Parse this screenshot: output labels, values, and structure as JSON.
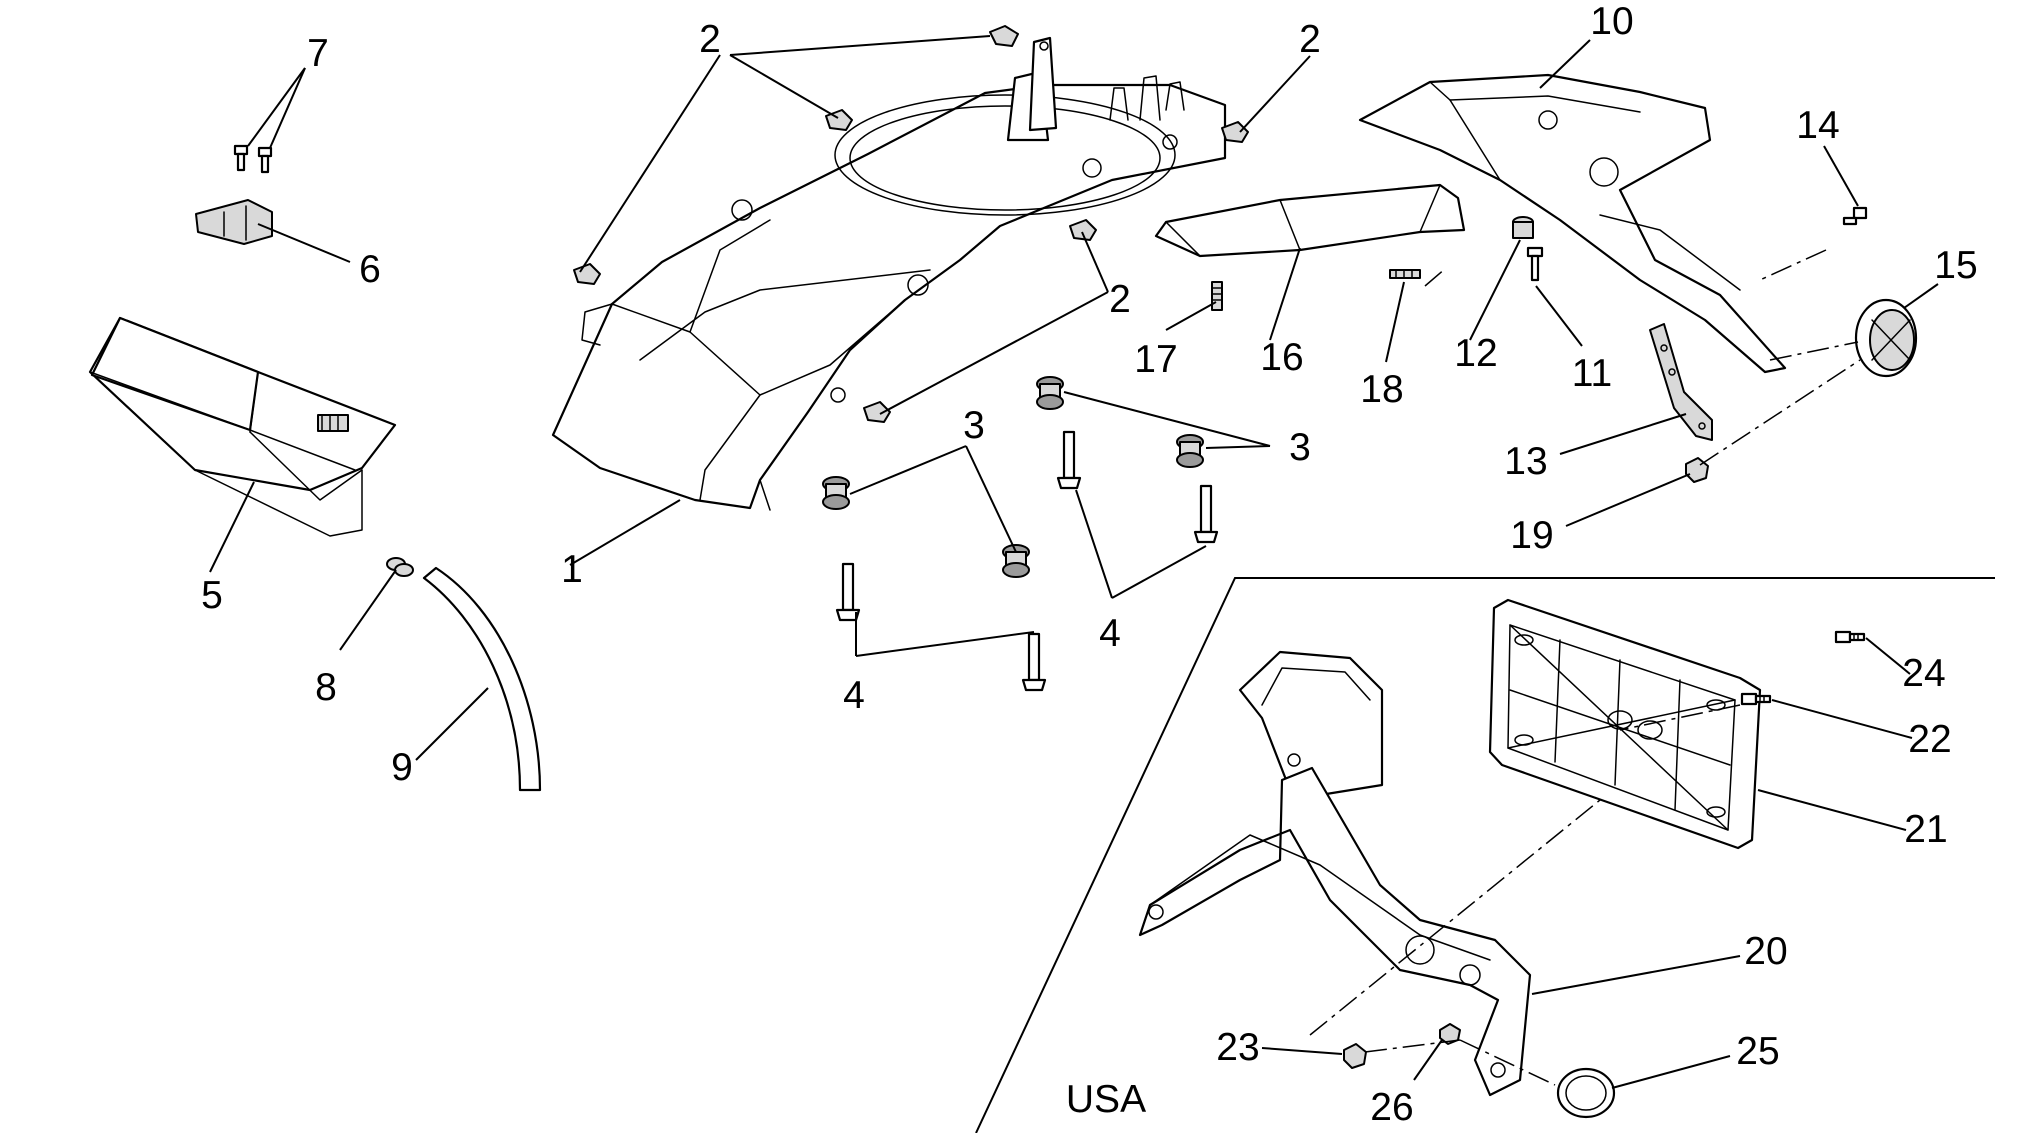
{
  "callouts": [
    {
      "id": "c1",
      "text": "1"
    },
    {
      "id": "c2a",
      "text": "2"
    },
    {
      "id": "c2b",
      "text": "2"
    },
    {
      "id": "c2c",
      "text": "2"
    },
    {
      "id": "c3a",
      "text": "3"
    },
    {
      "id": "c3b",
      "text": "3"
    },
    {
      "id": "c4a",
      "text": "4"
    },
    {
      "id": "c4b",
      "text": "4"
    },
    {
      "id": "c5",
      "text": "5"
    },
    {
      "id": "c6",
      "text": "6"
    },
    {
      "id": "c7",
      "text": "7"
    },
    {
      "id": "c8",
      "text": "8"
    },
    {
      "id": "c9",
      "text": "9"
    },
    {
      "id": "c10",
      "text": "10"
    },
    {
      "id": "c11",
      "text": "11"
    },
    {
      "id": "c12",
      "text": "12"
    },
    {
      "id": "c13",
      "text": "13"
    },
    {
      "id": "c14",
      "text": "14"
    },
    {
      "id": "c15",
      "text": "15"
    },
    {
      "id": "c16",
      "text": "16"
    },
    {
      "id": "c17",
      "text": "17"
    },
    {
      "id": "c18",
      "text": "18"
    },
    {
      "id": "c19",
      "text": "19"
    },
    {
      "id": "c20",
      "text": "20"
    },
    {
      "id": "c21",
      "text": "21"
    },
    {
      "id": "c22",
      "text": "22"
    },
    {
      "id": "c23",
      "text": "23"
    },
    {
      "id": "c24",
      "text": "24"
    },
    {
      "id": "c25",
      "text": "25"
    },
    {
      "id": "c26",
      "text": "26"
    }
  ],
  "region_label": "USA"
}
